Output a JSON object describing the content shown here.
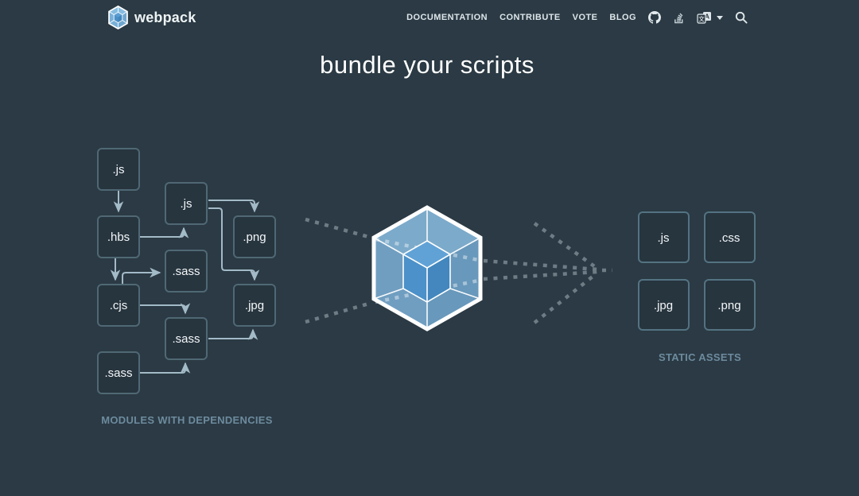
{
  "nav": {
    "brand": "webpack",
    "links": [
      {
        "label": "DOCUMENTATION"
      },
      {
        "label": "CONTRIBUTE"
      },
      {
        "label": "VOTE"
      },
      {
        "label": "BLOG"
      }
    ],
    "icons": {
      "github": "github-icon",
      "stackoverflow": "stackoverflow-icon",
      "language": "language-selector-icon",
      "search": "search-icon",
      "dropdown": "chevron-down-icon"
    },
    "language_glyphs": {
      "front": "文",
      "back": "A"
    }
  },
  "hero": {
    "title": "bundle your scripts"
  },
  "diagram": {
    "modules_label": "MODULES WITH DEPENDENCIES",
    "assets_label": "STATIC ASSETS",
    "module_boxes": [
      {
        "label": ".js"
      },
      {
        "label": ".hbs"
      },
      {
        "label": ".cjs"
      },
      {
        "label": ".sass"
      },
      {
        "label": ".js"
      },
      {
        "label": ".sass"
      },
      {
        "label": ".sass"
      },
      {
        "label": ".png"
      },
      {
        "label": ".jpg"
      }
    ],
    "asset_boxes": [
      {
        "label": ".js"
      },
      {
        "label": ".css"
      },
      {
        "label": ".jpg"
      },
      {
        "label": ".png"
      }
    ]
  },
  "colors": {
    "background": "#2b3a44",
    "cube_light_blue": "#85bade",
    "cube_inner_blue": "#4b90c8",
    "arrow": "#a3bac7",
    "dashed_gray": "#6e7c86",
    "label_blue_gray": "#6d8b9e",
    "nav_text": "#dde5e9",
    "title_white": "#ffffff"
  }
}
